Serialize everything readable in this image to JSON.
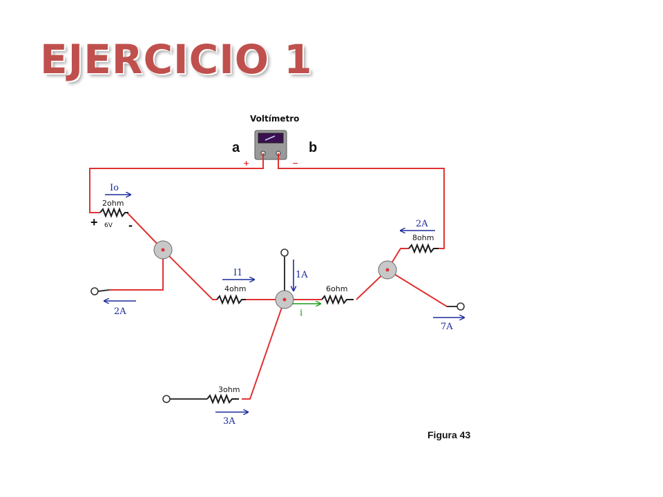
{
  "slide": {
    "title": "EJERCICIO 1",
    "figure_caption": "Figura 43"
  },
  "voltmeter": {
    "label": "Voltímetro",
    "terminal_a": "a",
    "terminal_b": "b",
    "plus": "+",
    "minus": "−"
  },
  "source": {
    "value": "6V",
    "plus": "+",
    "minus": "-"
  },
  "resistors": {
    "r2": "2ohm",
    "r4": "4ohm",
    "r6": "6ohm",
    "r8": "8ohm",
    "r3": "3ohm"
  },
  "currents": {
    "io": "Io",
    "i1": "I1",
    "i": "i",
    "left_2a": "2A",
    "right_2a": "2A",
    "down_1a": "1A",
    "right_7a": "7A",
    "bottom_3a": "3A"
  },
  "colors": {
    "title": "#c0504d",
    "wire": "#e03030",
    "current_arrow": "#1a2a9a",
    "current_i": "#1a9a1a"
  }
}
